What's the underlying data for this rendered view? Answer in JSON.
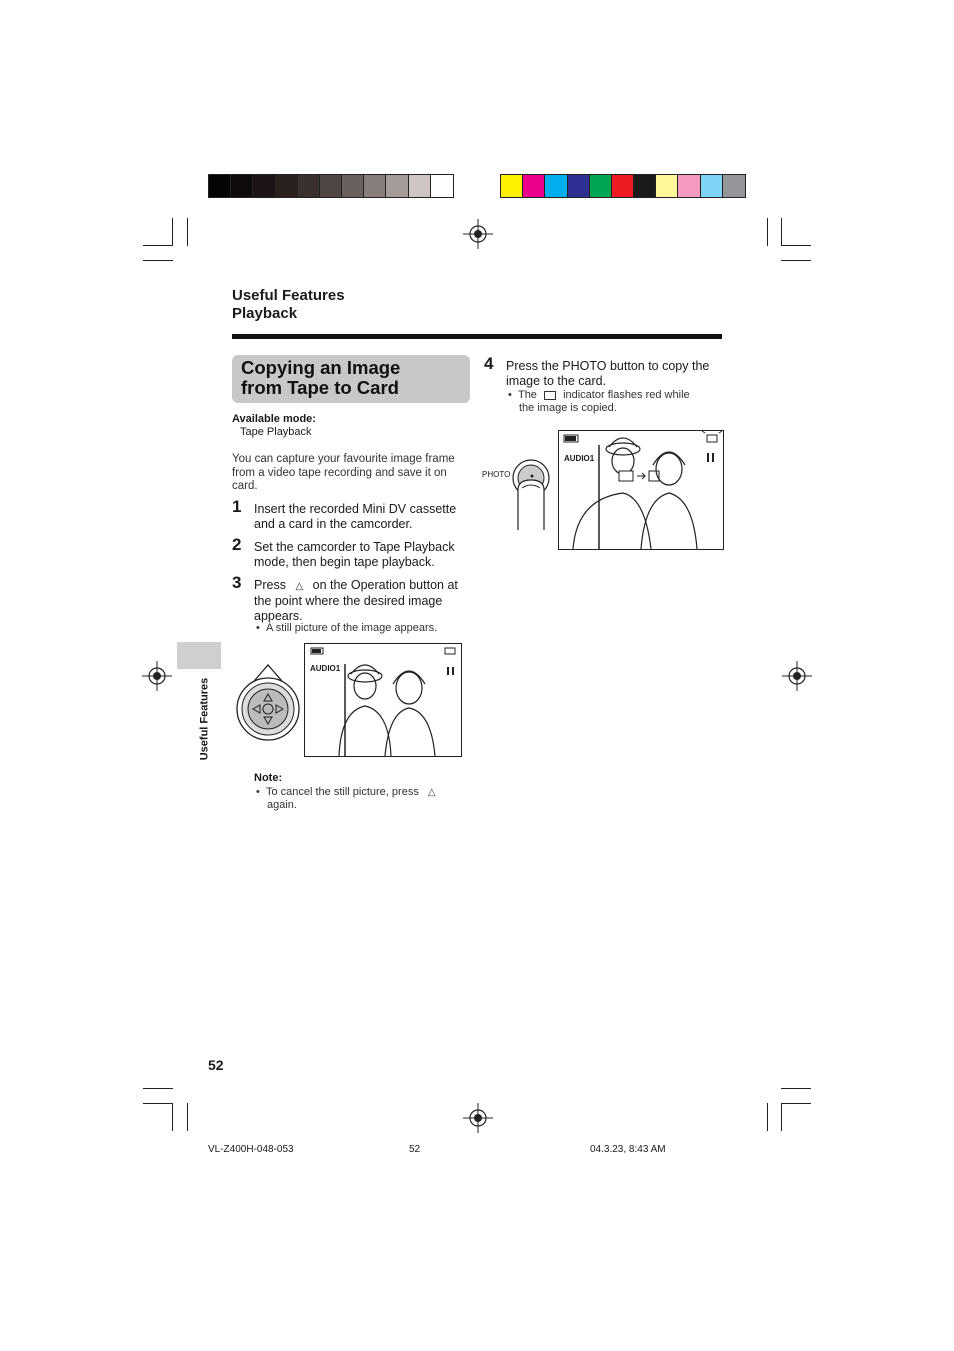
{
  "colors": {
    "gray_scale": [
      "#050505",
      "#0f0b0b",
      "#1d1515",
      "#2a201e",
      "#3a302e",
      "#4f4543",
      "#6a605e",
      "#877d7b",
      "#a59c9a",
      "#cdc6c4",
      "#ffffff"
    ],
    "color_scale": [
      "#fff200",
      "#ec008c",
      "#00aeef",
      "#2e3192",
      "#00a651",
      "#ed1c24",
      "#1a1a1a",
      "#fff799",
      "#f49ac1",
      "#7fd3f7",
      "#939598"
    ],
    "title_box": "#c8c8c8"
  },
  "header": {
    "section": "Useful Features",
    "subsection": "Playback"
  },
  "title": {
    "line1": "Copying an Image",
    "line2": "from Tape to Card"
  },
  "available_mode": {
    "label": "Available mode:",
    "value": "Tape Playback"
  },
  "intro": {
    "line1": "You can capture your favourite image frame",
    "line2": "from a video tape recording and save it on",
    "line3": "card."
  },
  "steps": [
    {
      "num": "1",
      "line1": "Insert the recorded Mini DV cassette",
      "line2": "and a card in the camcorder."
    },
    {
      "num": "2",
      "line1": "Set the camcorder to Tape Playback",
      "line2": "mode, then begin tape playback."
    },
    {
      "num": "3",
      "line1a": "Press",
      "line1b": "on the Operation button at",
      "line2": "the point where the desired image",
      "line3": "appears.",
      "bullet": "A still picture of the image appears."
    },
    {
      "num": "4",
      "line1": "Press the PHOTO button to copy the",
      "line2": "image to the card.",
      "bullet_a": "The",
      "bullet_b": "indicator flashes red while",
      "bullet_c": "the image is copied."
    }
  ],
  "note": {
    "label": "Note:",
    "line1": "To cancel the still picture, press",
    "line2": "again."
  },
  "illustrations": {
    "screen_audio": "AUDIO1",
    "photo_label": "PHOTO"
  },
  "side_tab": "Useful Features",
  "page_number": "52",
  "footer": {
    "left": "VL-Z400H-048-053",
    "center": "52",
    "right": "04.3.23, 8:43 AM"
  }
}
